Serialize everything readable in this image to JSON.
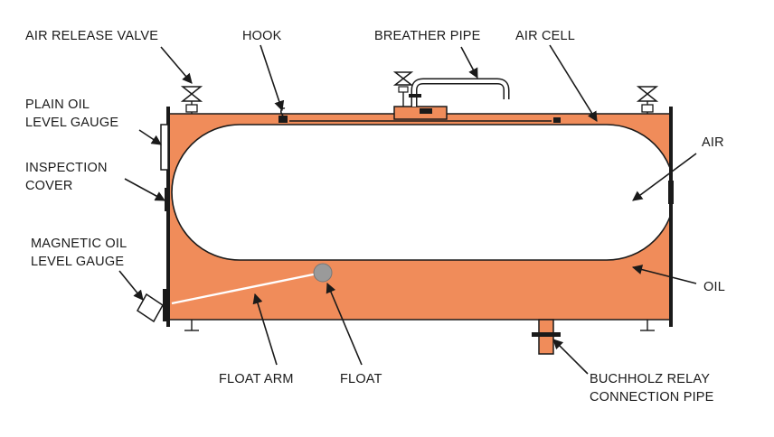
{
  "labels": {
    "air_release_valve": "AIR RELEASE VALVE",
    "hook": "HOOK",
    "breather_pipe": "BREATHER PIPE",
    "air_cell": "AIR CELL",
    "plain_oil_gauge_l1": "PLAIN OIL",
    "plain_oil_gauge_l2": "LEVEL GAUGE",
    "inspection_l1": "INSPECTION",
    "inspection_l2": "COVER",
    "magnetic_l1": "MAGNETIC OIL",
    "magnetic_l2": "LEVEL GAUGE",
    "air": "AIR",
    "oil": "OIL",
    "float_arm": "FLOAT ARM",
    "float": "FLOAT",
    "buchholz_l1": "BUCHHOLZ RELAY",
    "buchholz_l2": "CONNECTION PIPE"
  },
  "colors": {
    "oil": "#f08c5a",
    "air": "#ffffff",
    "outline": "#1a1a1a",
    "float": "#9a9a9a"
  }
}
